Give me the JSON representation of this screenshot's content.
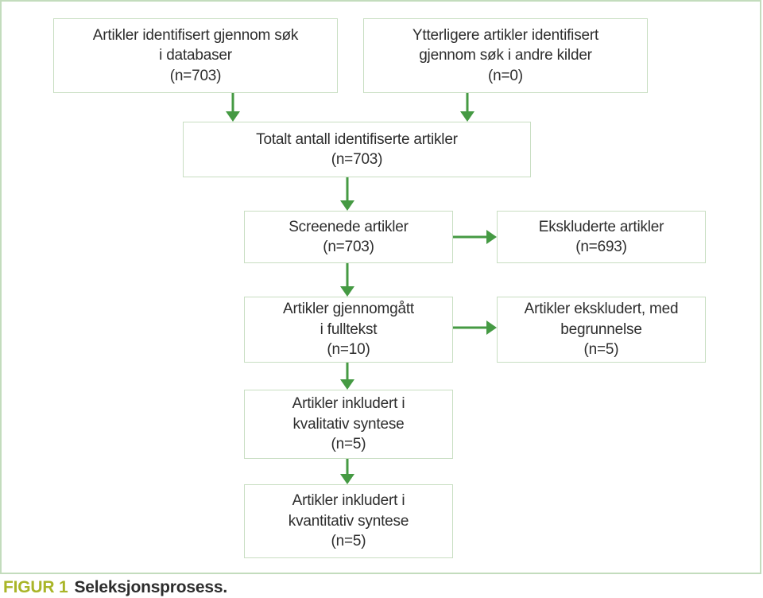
{
  "figure": {
    "caption_label": "FIGUR 1",
    "caption_text": "Seleksjonsprosess."
  },
  "colors": {
    "arrow": "#459a43",
    "box_border": "#c8dec2",
    "frame_border": "#c3dcbd",
    "caption_label": "#a9b528",
    "text": "#2d2d2d"
  },
  "flowchart": {
    "type": "prisma-flow-diagram",
    "boxes": [
      {
        "id": "identified-databases",
        "lines": [
          "Artikler identifisert gjennom søk",
          "i databaser",
          "(n=703)"
        ]
      },
      {
        "id": "identified-other-sources",
        "lines": [
          "Ytterligere artikler identifisert",
          "gjennom søk i andre kilder",
          "(n=0)"
        ]
      },
      {
        "id": "total-identified",
        "lines": [
          "Totalt antall identifiserte artikler",
          "(n=703)"
        ]
      },
      {
        "id": "screened",
        "lines": [
          "Screenede artikler",
          "(n=703)"
        ]
      },
      {
        "id": "excluded",
        "lines": [
          "Ekskluderte artikler",
          "(n=693)"
        ]
      },
      {
        "id": "fulltext-assessed",
        "lines": [
          "Artikler gjennomgått",
          "i fulltekst",
          "(n=10)"
        ]
      },
      {
        "id": "excluded-with-reasons",
        "lines": [
          "Artikler ekskludert, med",
          "begrunnelse",
          "(n=5)"
        ]
      },
      {
        "id": "qualitative-synthesis",
        "lines": [
          "Artikler inkludert i",
          "kvalitativ syntese",
          "(n=5)"
        ]
      },
      {
        "id": "quantitative-synthesis",
        "lines": [
          "Artikler inkludert i",
          "kvantitativ syntese",
          "(n=5)"
        ]
      }
    ],
    "edges": [
      {
        "from": "identified-databases",
        "to": "total-identified",
        "direction": "down"
      },
      {
        "from": "identified-other-sources",
        "to": "total-identified",
        "direction": "down"
      },
      {
        "from": "total-identified",
        "to": "screened",
        "direction": "down"
      },
      {
        "from": "screened",
        "to": "excluded",
        "direction": "right"
      },
      {
        "from": "screened",
        "to": "fulltext-assessed",
        "direction": "down"
      },
      {
        "from": "fulltext-assessed",
        "to": "excluded-with-reasons",
        "direction": "right"
      },
      {
        "from": "fulltext-assessed",
        "to": "qualitative-synthesis",
        "direction": "down"
      },
      {
        "from": "qualitative-synthesis",
        "to": "quantitative-synthesis",
        "direction": "down"
      }
    ]
  }
}
